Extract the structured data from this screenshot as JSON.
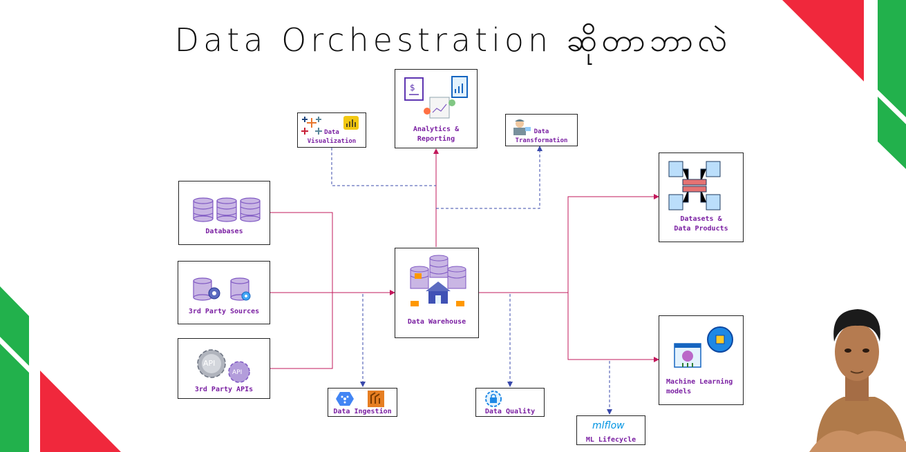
{
  "title": "Data Orchestration ဆိုတာဘာလဲ",
  "nodes": {
    "databases": "Databases",
    "third_party_sources": "3rd Party Sources",
    "third_party_apis": "3rd Party APIs",
    "data_warehouse": "Data Warehouse",
    "analytics_reporting": "Analytics &\nReporting",
    "data_visualization": "Data\nVisualization",
    "data_transformation": "Data\nTransformation",
    "data_ingestion": "Data Ingestion",
    "data_quality": "Data Quality",
    "ml_lifecycle": "ML Lifecycle",
    "datasets_products": "Datasets &\nData Products",
    "ml_models": "Machine Learning\nmodels"
  },
  "logos": {
    "mlflow": "mlflow",
    "api": "API"
  },
  "colors": {
    "label": "#7a1fa2",
    "solid_line": "#c2185b",
    "dashed_line": "#3949ab",
    "red_corner": "#f0283c",
    "green_corner": "#22b14c",
    "db_icon": "#c9b6e4"
  }
}
